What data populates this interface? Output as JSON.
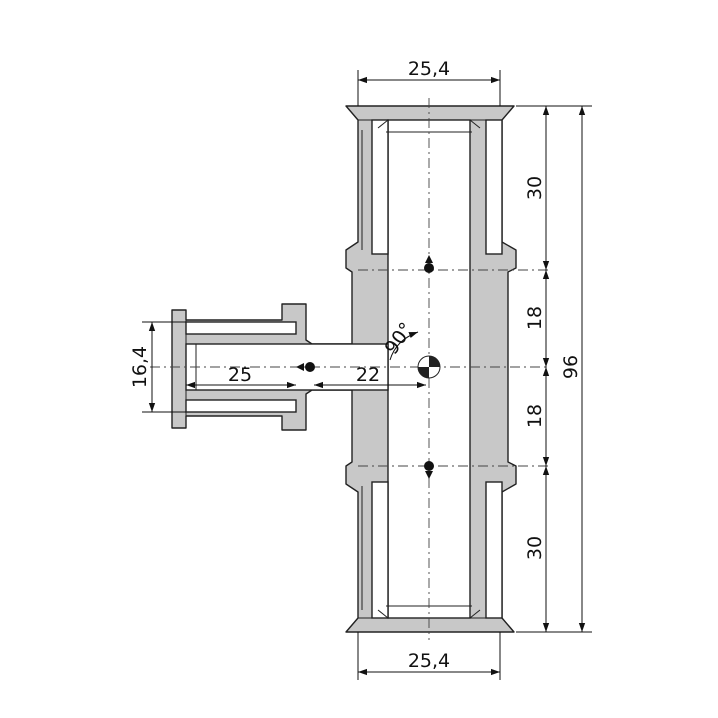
{
  "dimensions": {
    "top_width": "25,4",
    "bottom_width": "25,4",
    "branch_diameter": "16,4",
    "branch_length_outer": "25",
    "branch_length_inner": "22",
    "upper_socket_depth": "30",
    "upper_center_offset": "18",
    "lower_center_offset": "18",
    "lower_socket_depth": "30",
    "total_height": "96",
    "angle": "90°"
  },
  "colors": {
    "body": "#c8c8c8",
    "outline": "#222222"
  }
}
